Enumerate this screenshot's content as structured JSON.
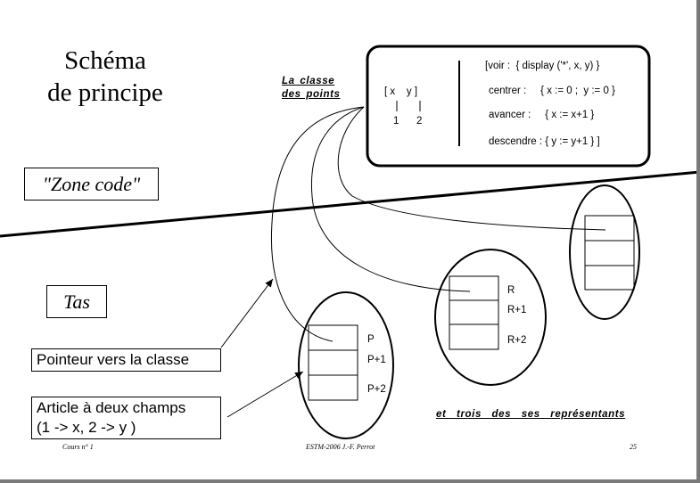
{
  "title": {
    "line1": "Schéma",
    "line2": "de principe"
  },
  "zone_code_label": "\"Zone code\"",
  "tas_label": "Tas",
  "class_caption": {
    "line1": "La classe",
    "line2": "des points"
  },
  "class_box": {
    "fields_row": "[ x    y ]",
    "index_1": "1",
    "index_2": "2",
    "methods": [
      "[voir :  { display ('*', x, y) }",
      "centrer :     { x := 0 ;  y := 0 }",
      "avancer :     { x := x+1 }",
      "descendre : { y := y+1 } ]"
    ]
  },
  "memory": {
    "p": "P",
    "p1": "P+1",
    "p2": "P+2",
    "r": "R",
    "r1": "R+1",
    "r2": "R+2"
  },
  "callouts": {
    "pointer_to_class": "Pointeur vers la classe",
    "article_line1": "Article à deux champs",
    "article_line2": "(1 -> x, 2 -> y )"
  },
  "representatives_caption": "et  trois  des  ses  représentants",
  "footer": {
    "left": "Cours n° 1",
    "center": "ESTM-2006 J.-F. Perrot",
    "right": "25"
  }
}
